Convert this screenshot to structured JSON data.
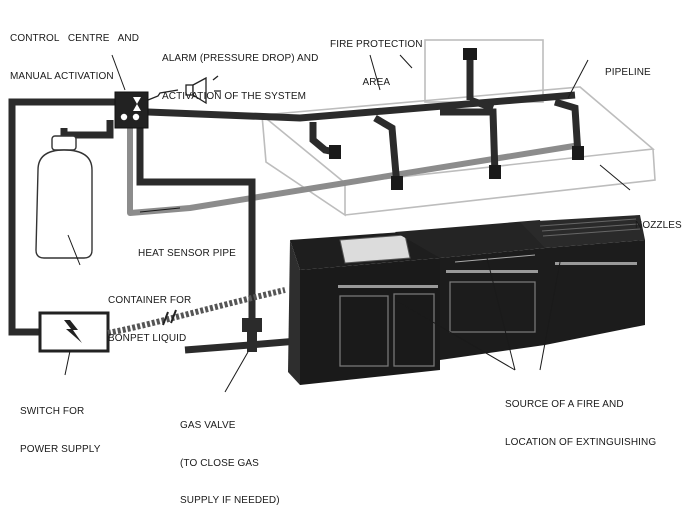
{
  "labels": {
    "control_centre": [
      "CONTROL   CENTRE   AND",
      "MANUAL ACTIVATION"
    ],
    "alarm": [
      "ALARM (PRESSURE DROP) AND",
      "ACTIVATION OF THE SYSTEM"
    ],
    "fire_protection_area": [
      "FIRE PROTECTION",
      "AREA"
    ],
    "pipeline": [
      "PIPELINE"
    ],
    "nozzles": [
      "NOZZLES"
    ],
    "heat_sensor_pipe": [
      "HEAT SENSOR PIPE"
    ],
    "container": [
      "CONTAINER FOR",
      "BONPET LIQUID"
    ],
    "switch": [
      "SWITCH FOR",
      "POWER SUPPLY"
    ],
    "gas_valve": [
      "GAS VALVE",
      "(TO CLOSE GAS",
      "SUPPLY IF NEEDED)"
    ],
    "source_fire": [
      "SOURCE OF A FIRE AND",
      "LOCATION OF EXTINGUISHING"
    ]
  },
  "colors": {
    "pipe": "#2b2b2b",
    "sensor_pipe": "#8c8c8c",
    "outline": "#b5b5b5",
    "appliance": "#1e1e1e"
  }
}
